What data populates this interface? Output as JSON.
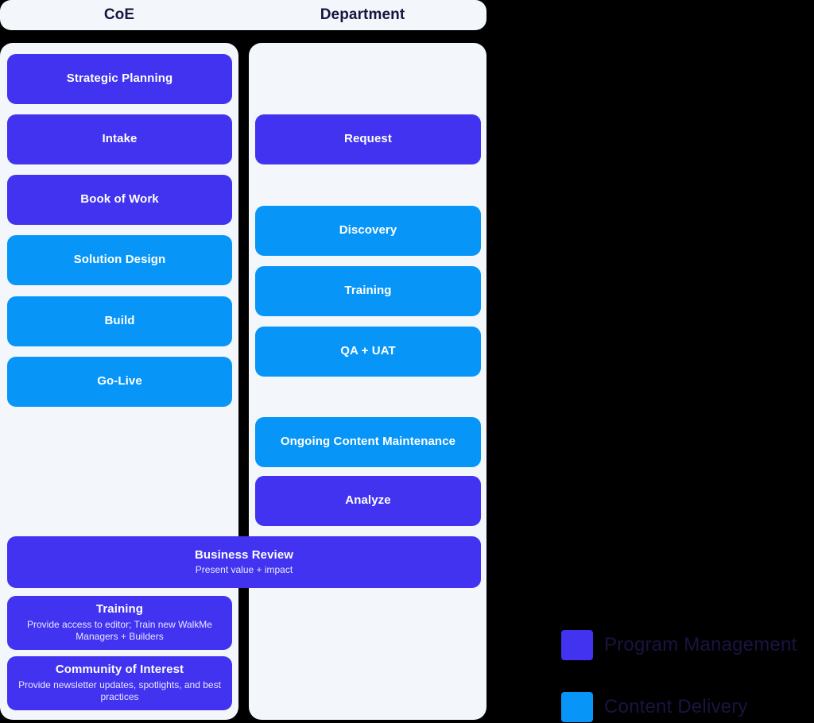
{
  "columns": {
    "left": {
      "header": "CoE"
    },
    "right": {
      "header": "Department"
    }
  },
  "colors": {
    "program_management": "#4133F0",
    "content_delivery": "#0796F7",
    "panel_background": "#F3F7FB",
    "page_background": "#000000",
    "header_text": "#1B1340"
  },
  "coe_cards": [
    {
      "label": "Strategic Planning",
      "category": "Program Management"
    },
    {
      "label": "Intake",
      "category": "Program Management"
    },
    {
      "label": "Book of Work",
      "category": "Program Management"
    },
    {
      "label": "Solution Design",
      "category": "Content Delivery"
    },
    {
      "label": "Build",
      "category": "Content Delivery"
    },
    {
      "label": "Go-Live",
      "category": "Content Delivery"
    }
  ],
  "department_cards": [
    {
      "label": "Request",
      "category": "Program Management"
    },
    {
      "label": "Discovery",
      "category": "Content Delivery"
    },
    {
      "label": "Training",
      "category": "Content Delivery"
    },
    {
      "label": "QA + UAT",
      "category": "Content Delivery"
    },
    {
      "label": "Ongoing Content Maintenance",
      "category": "Content Delivery"
    },
    {
      "label": "Analyze",
      "category": "Program Management"
    }
  ],
  "shared_cards": [
    {
      "label": "Business Review",
      "subtitle": "Present value + impact",
      "category": "Program Management"
    }
  ],
  "coe_bottom_cards": [
    {
      "label": "Training",
      "subtitle": "Provide access to editor; Train new WalkMe Managers + Builders",
      "category": "Program Management"
    },
    {
      "label": "Community of Interest",
      "subtitle": "Provide newsletter updates, spotlights, and best practices",
      "category": "Program Management"
    }
  ],
  "legend": [
    {
      "label": "Program Management",
      "color": "#4133F0"
    },
    {
      "label": "Content Delivery",
      "color": "#0796F7"
    }
  ]
}
